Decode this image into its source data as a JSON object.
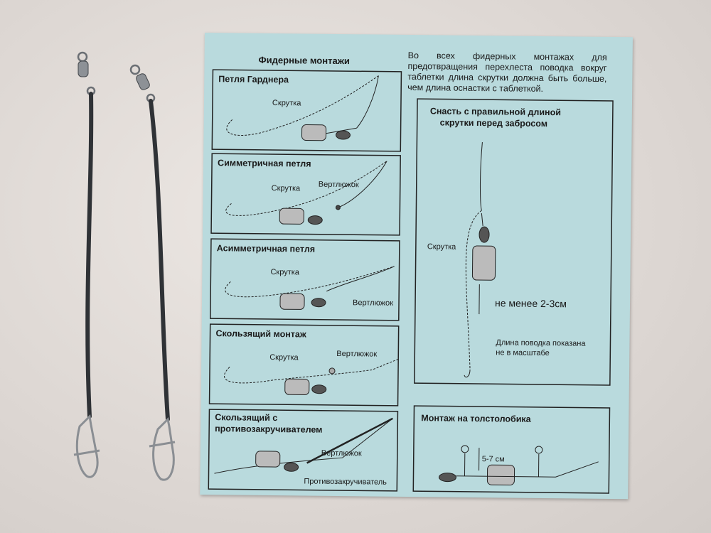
{
  "sheet": {
    "main_title": "Фидерные монтажи",
    "intro_note": "Во всех фидерных монтажах для предотвращения перехлеста поводка вокруг таблетки длина скрутки должна быть больше, чем длина оснастки с таблеткой.",
    "panels": [
      {
        "title": "Петля Гарднера",
        "labels": [
          "Скрутка"
        ]
      },
      {
        "title": "Симметричная петля",
        "labels": [
          "Скрутка",
          "Вертлюжок"
        ]
      },
      {
        "title": "Асимметричная петля",
        "labels": [
          "Скрутка",
          "Вертлюжок"
        ]
      },
      {
        "title": "Скользящий монтаж",
        "labels": [
          "Скрутка",
          "Вертлюжок"
        ]
      },
      {
        "title_line1": "Скользящий с",
        "title_line2": "противозакручивателем",
        "labels": [
          "Вертлюжок",
          "Противозакручиватель"
        ]
      }
    ],
    "right_panel": {
      "title_line1": "Снасть с правильной длиной",
      "title_line2": "скрутки перед забросом",
      "twist_label": "Скрутка",
      "distance_label": "не менее 2-3см",
      "note_line1": "Длина поводка показана",
      "note_line2": "не в масштабе"
    },
    "bottom_right_panel": {
      "title": "Монтаж на толстолобика",
      "distance_label": "5-7 см"
    }
  },
  "objects": [
    "feeder leader with swivel and snap",
    "feeder leader with swivel and snap"
  ],
  "colors": {
    "background": "#e3ddd9",
    "paper": "#b9dadd",
    "ink": "#1a1a1a",
    "leader": "#2f3236",
    "metal": "#9a9ea3"
  }
}
